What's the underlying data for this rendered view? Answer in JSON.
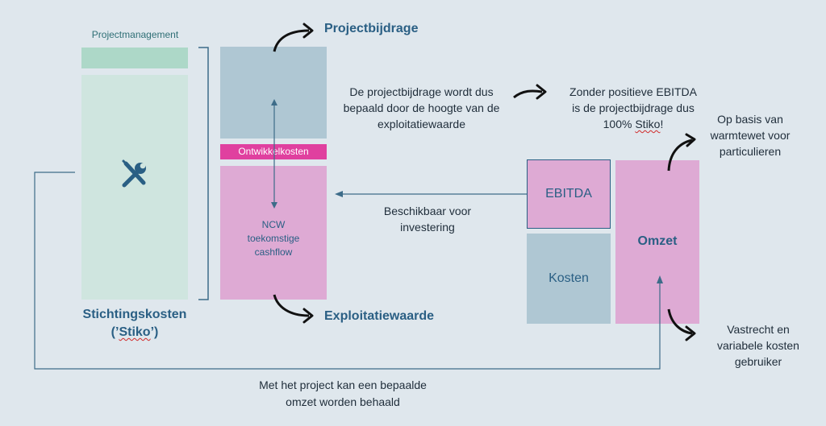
{
  "colors": {
    "background": "#dfe7ed",
    "teal_light": "#cfe5df",
    "teal_strip": "#add8c8",
    "slate_blue": "#afc7d3",
    "pink": "#deaad4",
    "magenta": "#e0409f",
    "title_blue": "#2a5f84",
    "line": "#3d6c89"
  },
  "labels": {
    "projectmanagement": "Projectmanagement",
    "stichtingskosten": "Stichtingskosten",
    "stiko_open": "(’",
    "stiko_word": "Stiko",
    "stiko_close": "’)",
    "ontwikkelkosten": "Ontwikkelkosten",
    "ncw_line1": "NCW",
    "ncw_line2": "toekomstige",
    "ncw_line3": "cashflow",
    "projectbijdrage": "Projectbijdrage",
    "exploitatiewaarde": "Exploitatiewaarde",
    "explanation_line1": "De projectbijdrage wordt dus",
    "explanation_line2": "bepaald door de hoogte van de",
    "explanation_line3": "exploitatiewaarde",
    "zonder_line1": "Zonder positieve EBITDA",
    "zonder_line2": "is de projectbijdrage dus",
    "zonder_line3_pre": "100% ",
    "zonder_line3_word": "Stiko",
    "zonder_line3_post": "!",
    "beschikbaar_line1": "Beschikbaar voor",
    "beschikbaar_line2": "investering",
    "ebitda": "EBITDA",
    "kosten": "Kosten",
    "omzet": "Omzet",
    "op_basis_line1": "Op basis van",
    "op_basis_line2": "warmtewet voor",
    "op_basis_line3": "particulieren",
    "vastrecht_line1": "Vastrecht en",
    "vastrecht_line2": "variabele kosten",
    "vastrecht_line3": "gebruiker",
    "met_project_line1": "Met het project kan een bepaalde",
    "met_project_line2": "omzet worden behaald"
  },
  "icons": {
    "tools": "tools-icon"
  }
}
